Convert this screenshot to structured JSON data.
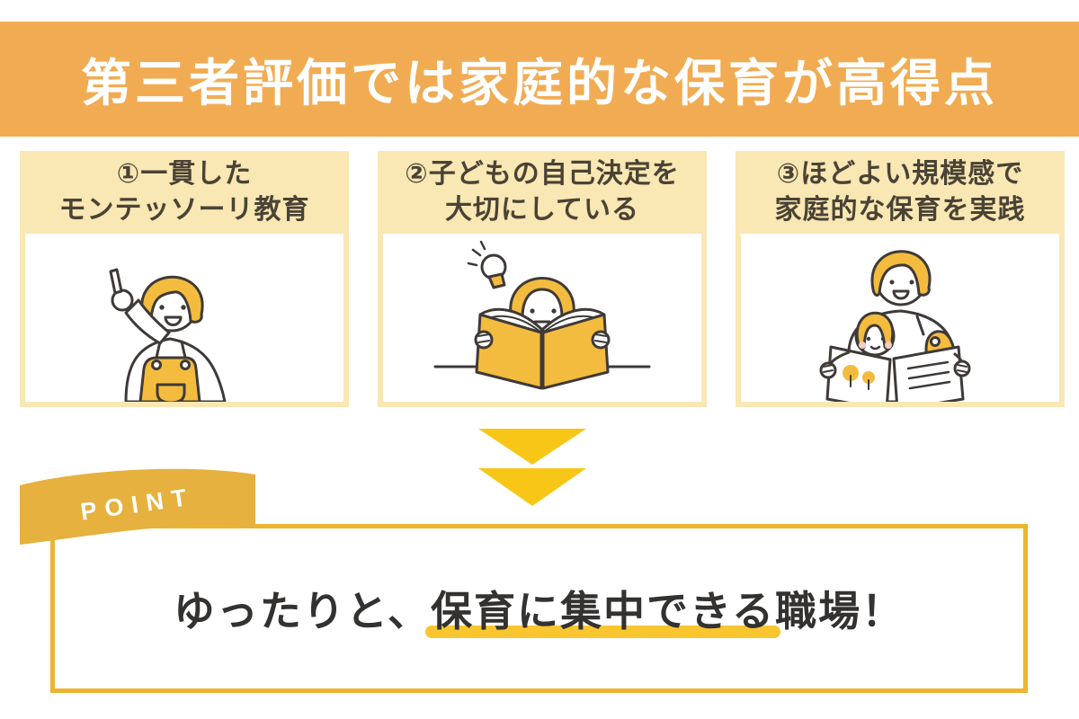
{
  "banner": {
    "title": "第三者評価では家庭的な保育が高得点",
    "bg_color": "#F1AC53",
    "text_color": "#FFFFFF"
  },
  "cards": [
    {
      "title_line1": "①一貫した",
      "title_line2": "モンテッソーリ教育",
      "illustration": "teacher-pointing"
    },
    {
      "title_line1": "②子どもの自己決定を",
      "title_line2": "大切にしている",
      "illustration": "girl-reading-book-with-lightbulb"
    },
    {
      "title_line1": "③ほどよい規模感で",
      "title_line2": "家庭的な保育を実践",
      "illustration": "caregiver-and-child-reading"
    }
  ],
  "arrow": {
    "icon": "double-down-chevron-icon",
    "color": "#F8C617"
  },
  "point_ribbon": {
    "label": "POINT",
    "ribbon_color": "#E6B13E",
    "text_color": "#FFFFFF"
  },
  "conclusion": {
    "text_before": "ゆったりと、",
    "text_highlight": "保育に集中できる",
    "text_after": "職場！",
    "underline_color": "#F9C630",
    "border_color": "#EDB52F",
    "text_color": "#333230"
  },
  "colors": {
    "card_header_bg": "#F9E7B4",
    "card_border": "#F9E7B4",
    "heading_text": "#4A4335",
    "illustration_yellow": "#F4BC3E",
    "illustration_outline": "#3E3A38",
    "blush_pink": "#F6CDC3",
    "page_bg": "#FFFFFF"
  }
}
